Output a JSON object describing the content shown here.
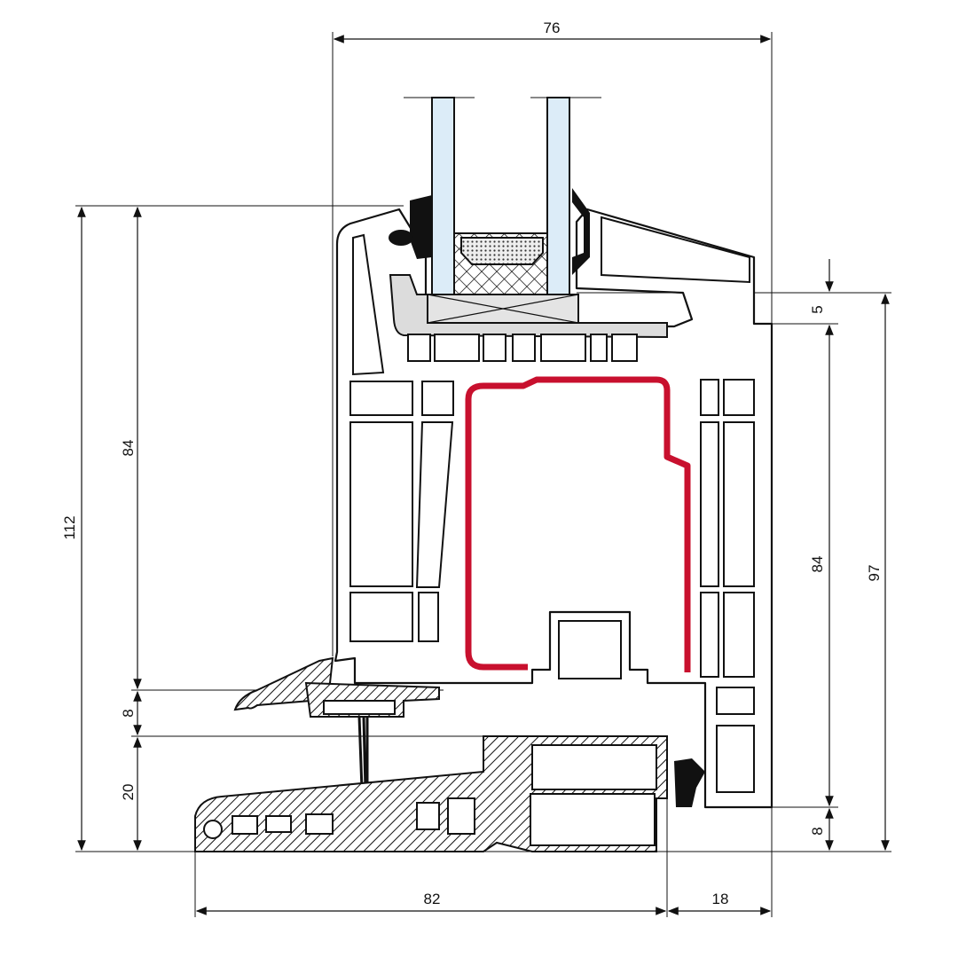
{
  "title": "Window profile cross-section",
  "colors": {
    "reinforcement": "#c8102e",
    "glass": "#dcecf8",
    "gasket": "#111111",
    "gray_part": "#dcdcdc"
  },
  "dimensions": {
    "top_width": "76",
    "left_total_height": "112",
    "left_sash_height": "84",
    "left_gap": "8",
    "left_sill": "20",
    "bottom_sill_width": "82",
    "bottom_frame_width": "18",
    "right_top": "5",
    "right_frame_height": "84",
    "right_bottom": "8",
    "right_total_height": "97"
  }
}
